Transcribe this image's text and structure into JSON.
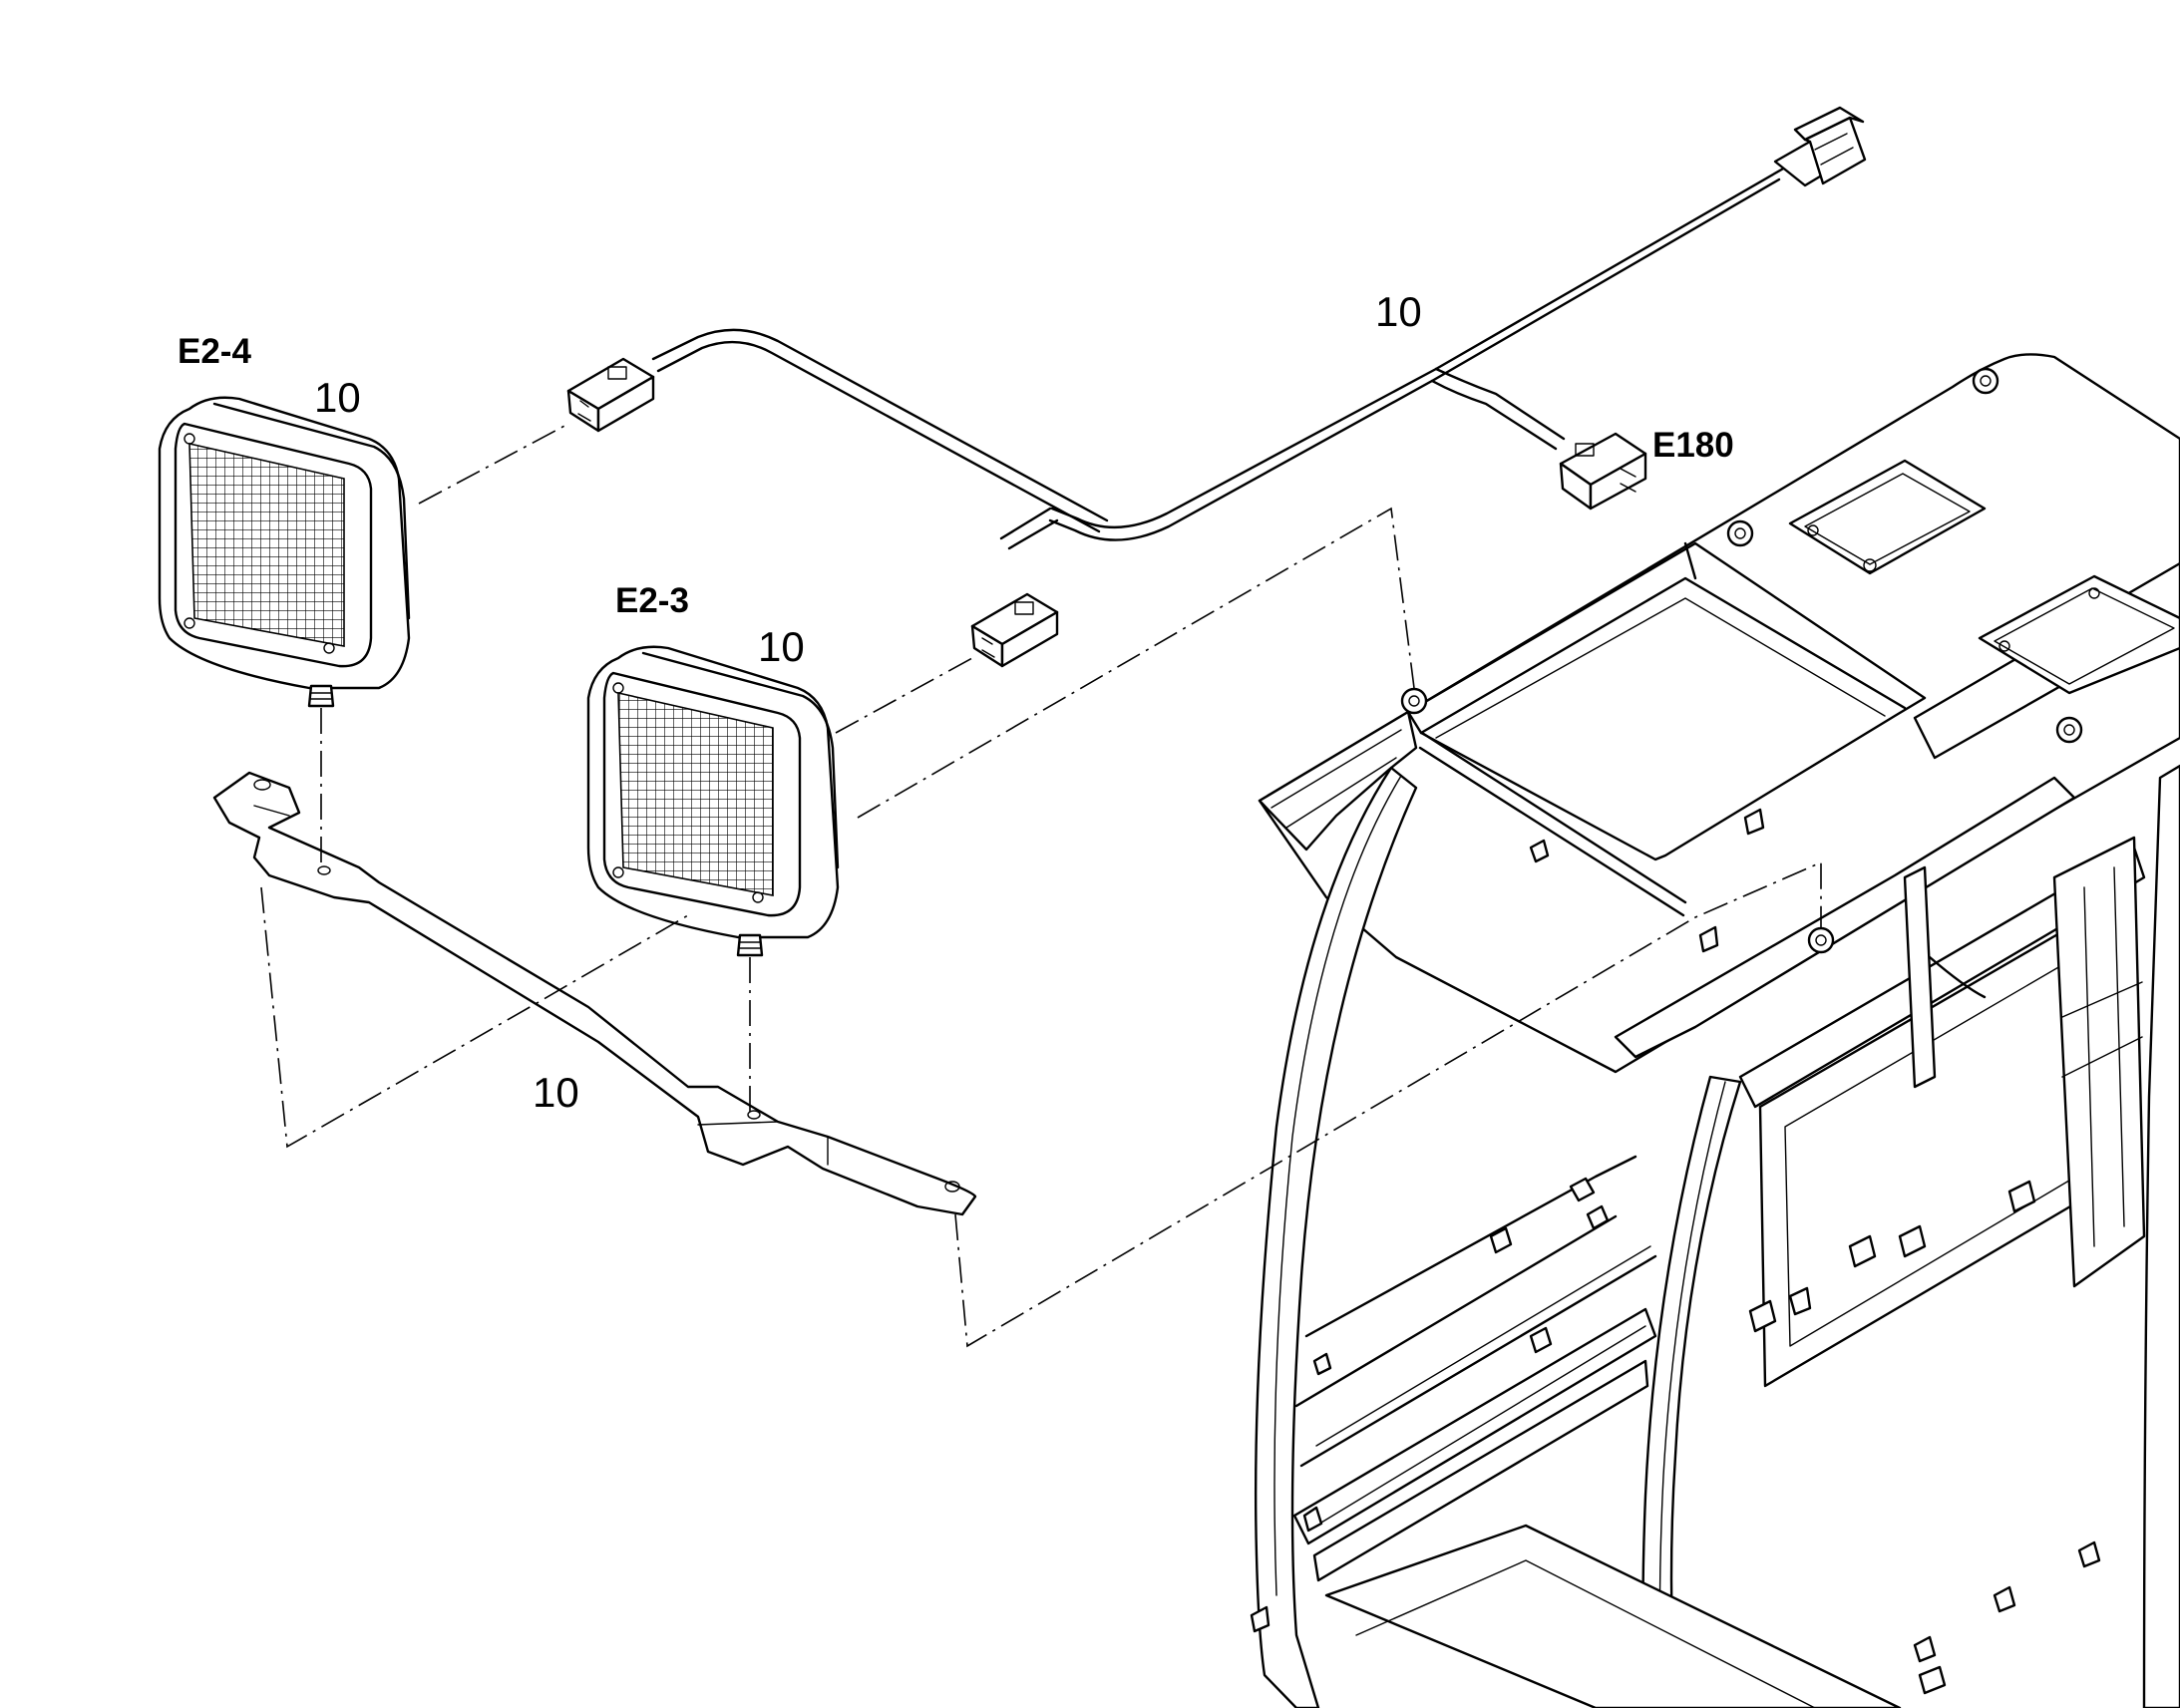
{
  "callouts": {
    "lamp_left_ref": "E2-4",
    "lamp_left_item": "10",
    "lamp_center_ref": "E2-3",
    "lamp_center_item": "10",
    "harness_item": "10",
    "harness_connector_ref": "E180",
    "bracket_item": "10"
  }
}
